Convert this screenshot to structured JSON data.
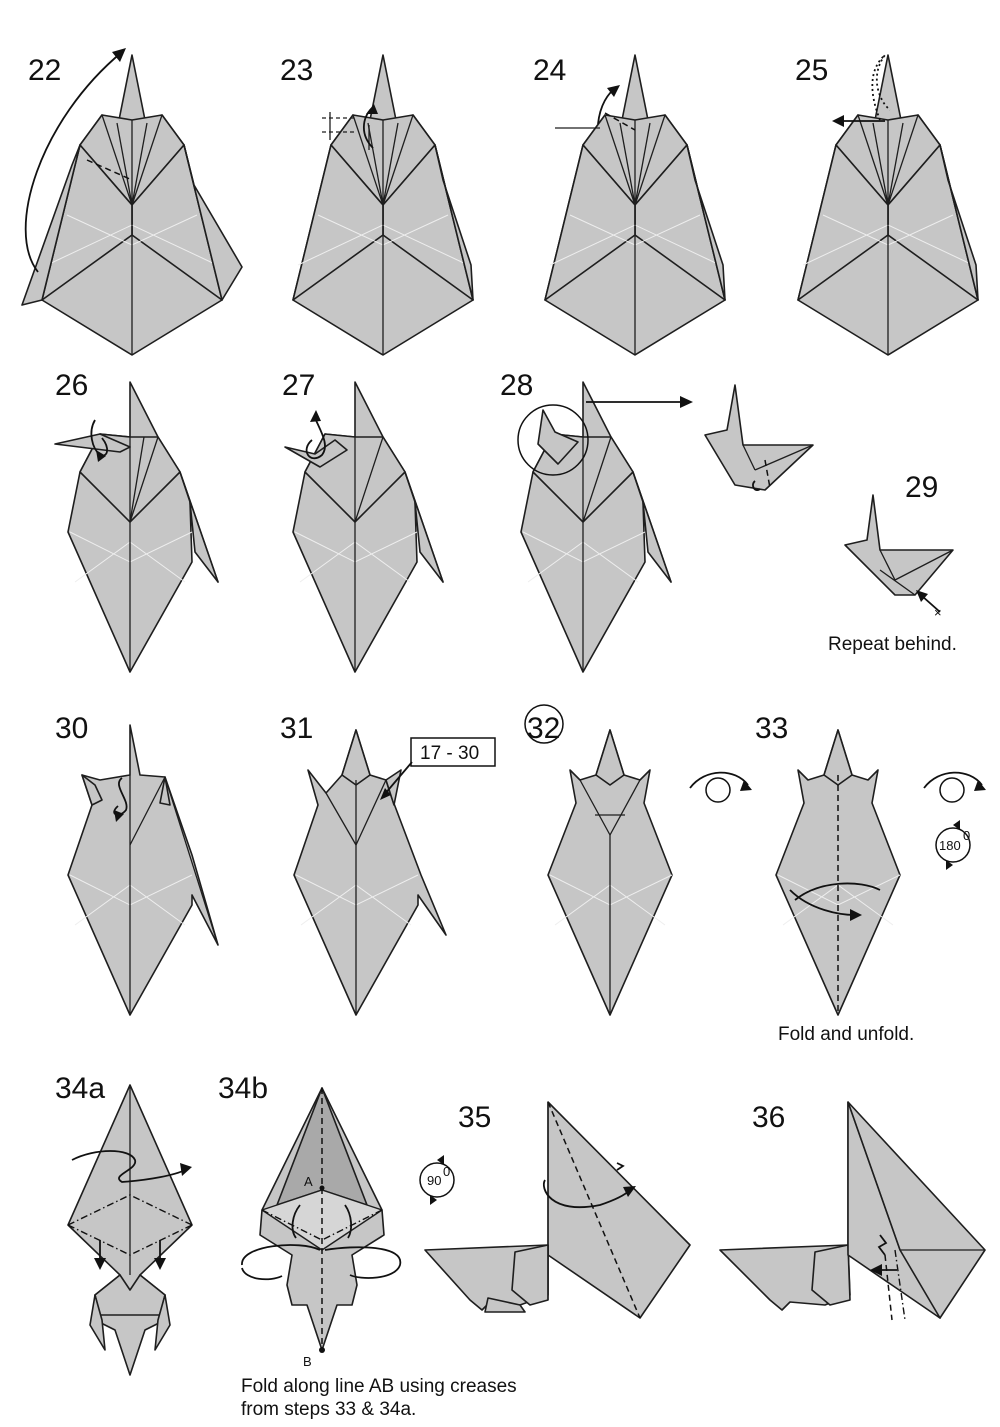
{
  "steps": {
    "s22": "22",
    "s23": "23",
    "s24": "24",
    "s25": "25",
    "s26": "26",
    "s27": "27",
    "s28": "28",
    "s29": "29",
    "s30": "30",
    "s31": "31",
    "s32": "32",
    "s33": "33",
    "s34a": "34a",
    "s34b": "34b",
    "s35": "35",
    "s36": "36"
  },
  "notes": {
    "repeat_behind": "Repeat behind.",
    "fold_unfold": "Fold and unfold.",
    "fold_ab_line1": "Fold along line AB using creases",
    "fold_ab_line2": "from steps 33 & 34a."
  },
  "labels": {
    "range_17_30": "17 - 30",
    "rotate_180": "180",
    "rotate_90": "90",
    "degree": "0",
    "point_a": "A",
    "point_b": "B"
  },
  "colors": {
    "paper": "#c6c6c6",
    "outline": "#1e1e1e"
  }
}
